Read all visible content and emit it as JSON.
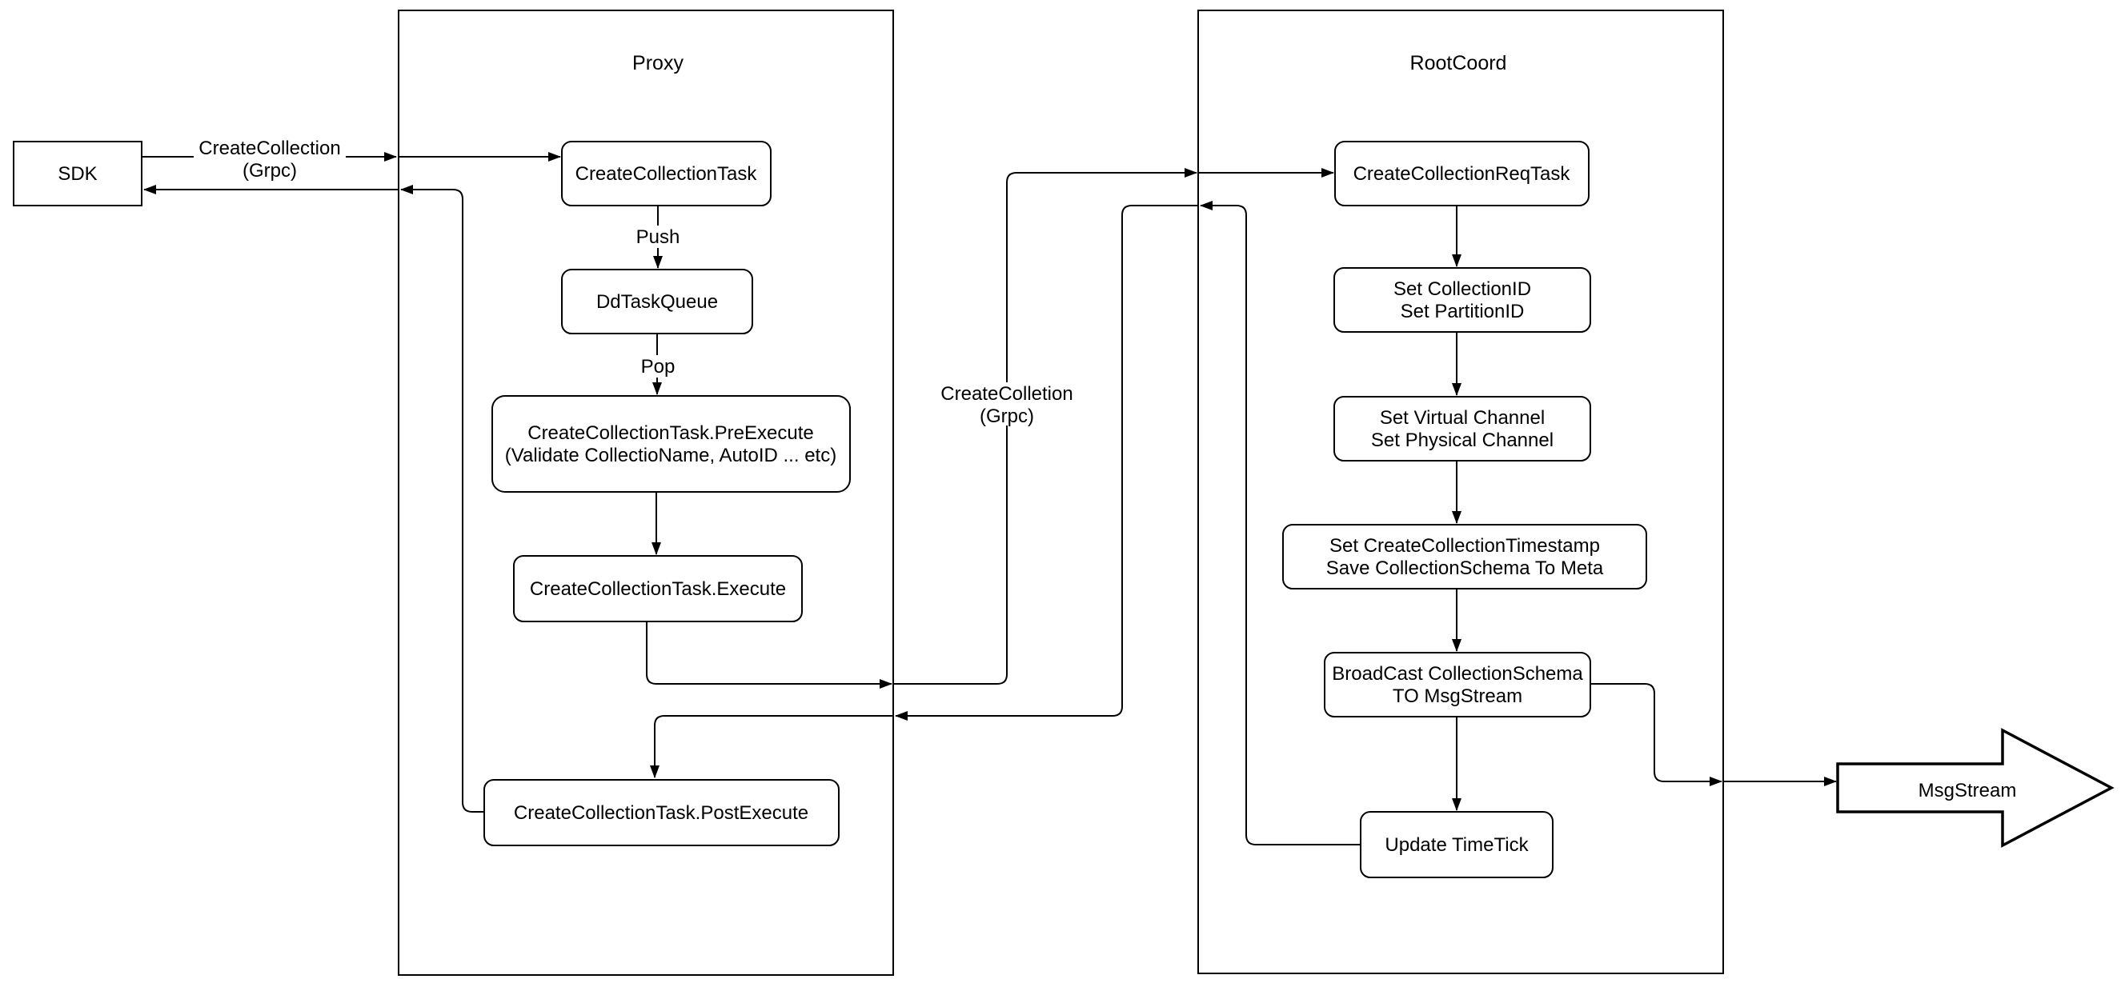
{
  "diagram": {
    "sdk": {
      "label": "SDK"
    },
    "proxy": {
      "title": "Proxy",
      "nodes": {
        "createCollectionTask": {
          "label": "CreateCollectionTask"
        },
        "ddTaskQueue": {
          "label": "DdTaskQueue"
        },
        "preExecute": {
          "line1": "CreateCollectionTask.PreExecute",
          "line2": "(Validate CollectioName, AutoID ... etc)"
        },
        "execute": {
          "label": "CreateCollectionTask.Execute"
        },
        "postExecute": {
          "label": "CreateCollectionTask.PostExecute"
        }
      },
      "edge_labels": {
        "push": "Push",
        "pop": "Pop"
      }
    },
    "rootcoord": {
      "title": "RootCoord",
      "nodes": {
        "reqTask": {
          "label": "CreateCollectionReqTask"
        },
        "setIds": {
          "line1": "Set CollectionID",
          "line2": "Set PartitionID"
        },
        "setChannels": {
          "line1": "Set Virtual Channel",
          "line2": "Set Physical Channel"
        },
        "setTimestamp": {
          "line1": "Set CreateCollectionTimestamp",
          "line2": "Save CollectionSchema To Meta"
        },
        "broadcast": {
          "line1": "BroadCast CollectionSchema",
          "line2": "TO MsgStream"
        },
        "updateTimeTick": {
          "label": "Update TimeTick"
        }
      }
    },
    "labels": {
      "sdk_to_proxy": {
        "line1": "CreateCollection",
        "line2": "(Grpc)"
      },
      "proxy_to_rootcoord": {
        "line1": "CreateColletion",
        "line2": "(Grpc)"
      }
    },
    "msgstream": {
      "label": "MsgStream"
    },
    "colors": {
      "stroke": "#000000",
      "background": "#ffffff"
    }
  }
}
